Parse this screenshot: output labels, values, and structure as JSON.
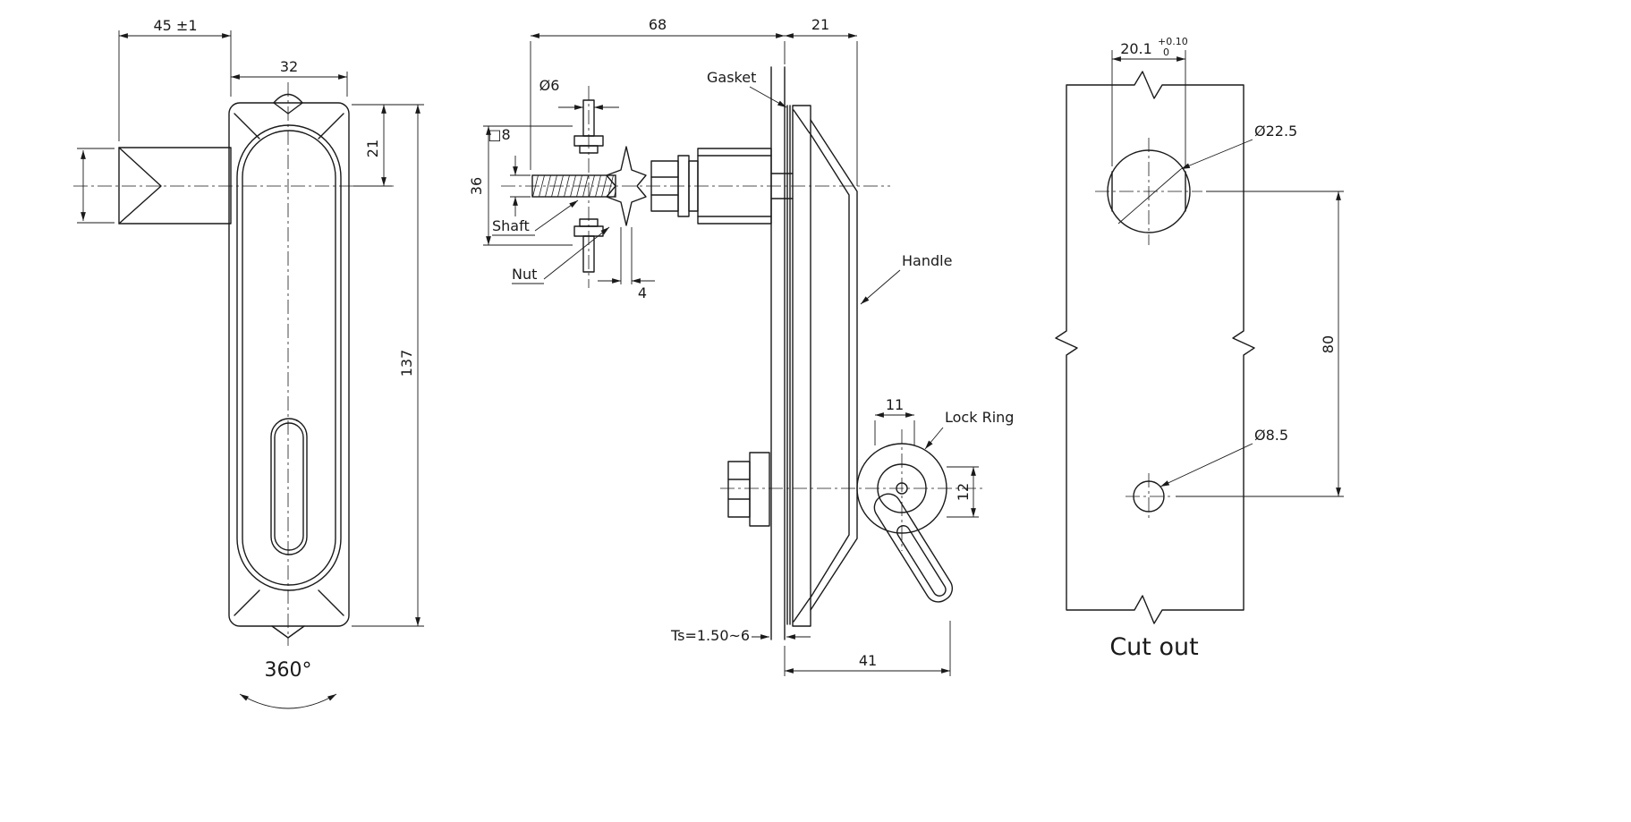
{
  "drawing": {
    "front_view": {
      "dim_latch_depth": "45 ±1",
      "dim_body_width": "32",
      "dim_top_offset": "21",
      "dim_height": "137",
      "rotation_label": "360°"
    },
    "side_view": {
      "dim_back_depth": "68",
      "dim_front_depth": "21",
      "label_gasket": "Gasket",
      "dim_stud_dia": "Ø6",
      "dim_square_shaft": "□8",
      "dim_stud_spacing": "36",
      "label_shaft": "Shaft",
      "label_nut": "Nut",
      "dim_cam_thickness": "4",
      "label_handle": "Handle",
      "label_lock_ring": "Lock Ring",
      "dim_ring_width": "11",
      "dim_ring_height": "12",
      "dim_panel_thickness": "Ts=1.50~6",
      "dim_handle_bottom": "41"
    },
    "cutout_view": {
      "dim_hole_flat": "20.1",
      "tol_upper": "+0.10",
      "tol_lower": "0",
      "dim_hole_dia": "Ø22.5",
      "dim_hole_spacing": "80",
      "dim_small_hole_dia": "Ø8.5",
      "caption": "Cut out"
    }
  }
}
